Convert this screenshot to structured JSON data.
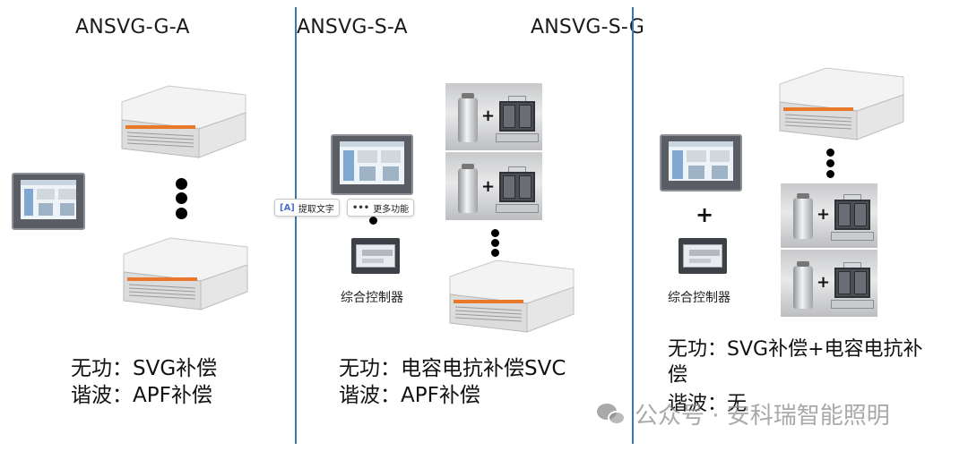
{
  "titles": {
    "col1": "ANSVG-G-A",
    "col2": "ANSVG-S-A",
    "col3": "ANSVG-S-G"
  },
  "labels": {
    "controller_mid": "综合控制器",
    "controller_right": "综合控制器"
  },
  "captions": {
    "col1_line1": "无功：SVG补偿",
    "col1_line2": "谐波：APF补偿",
    "col2_line1": "无功：电容电抗补偿SVC",
    "col2_line2": "谐波：APF补偿",
    "col3_line1": "无功：SVG补偿+电容电抗补",
    "col3_line1b": "偿",
    "col3_line2": "谐波：无"
  },
  "toolbar": {
    "extract_text": "提取文字",
    "more_functions": "更多功能",
    "extract_icon": "text-scan-icon",
    "more_icon": "more-dots-icon"
  },
  "watermark": {
    "text": "公众号 · 安科瑞智能照明",
    "icon": "wechat-icon"
  },
  "colors": {
    "divider": "#3a78b8",
    "accent_stripe": "#e8792a"
  }
}
